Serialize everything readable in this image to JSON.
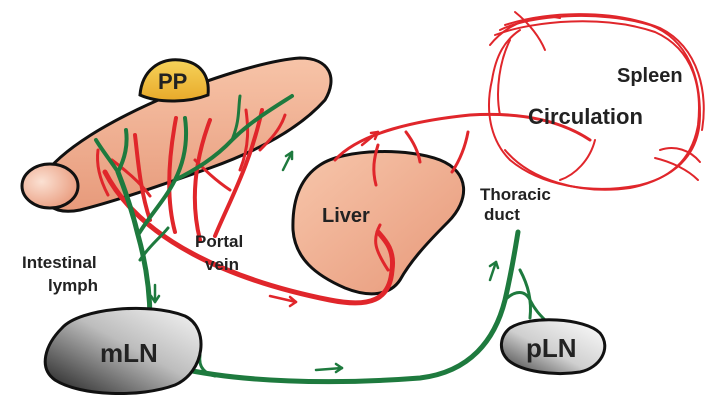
{
  "colors": {
    "blood": "#e0262b",
    "lymph": "#1e7a3e",
    "tissue": "#f2b79a",
    "tissue_dark": "#d9836a",
    "pp": "#f0c13a",
    "node_light": "#f2f2f2",
    "node_dark": "#222222",
    "outline": "#111111",
    "text": "#222222"
  },
  "labels": {
    "pp": "PP",
    "spleen": "Spleen",
    "circulation": "Circulation",
    "liver": "Liver",
    "thoracic_duct_line1": "Thoracic",
    "thoracic_duct_line2": "duct",
    "portal_vein_line1": "Portal",
    "portal_vein_line2": "vein",
    "intestinal_lymph_line1": "Intestinal",
    "intestinal_lymph_line2": "lymph",
    "mln": "mLN",
    "pln": "pLN"
  }
}
